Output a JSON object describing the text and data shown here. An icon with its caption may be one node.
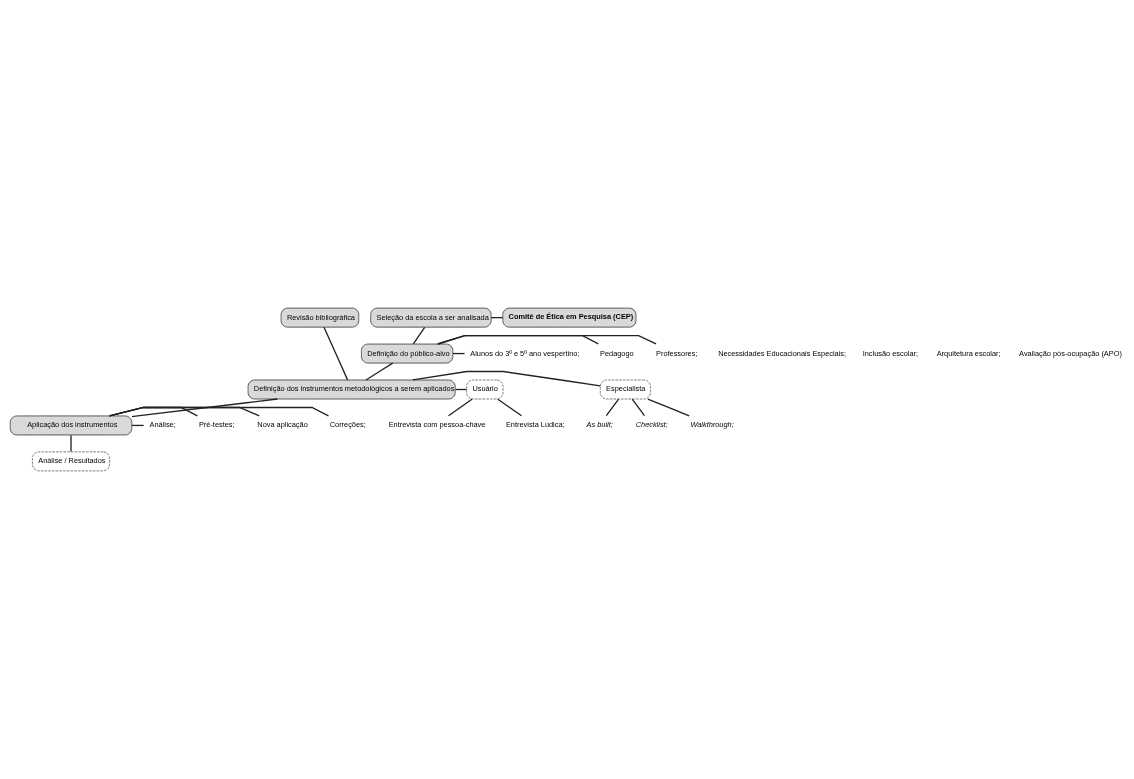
{
  "diagram": {
    "nodes": [
      {
        "text": [
          "Revisão bibliográfica"
        ]
      },
      {
        "text": [
          "Seleção da escola a ser analisada"
        ]
      },
      {
        "text": [
          "Comitê de Ética em Pesquisa (CEP)"
        ]
      },
      {
        "text": [
          "Definição do público-alvo"
        ]
      },
      {
        "text": [
          "Alunos do 3º e 5º ano vespertino;"
        ]
      },
      {
        "text": [
          "Professores;"
        ]
      },
      {
        "text": [
          "Pedagogo"
        ]
      },
      {
        "text": [
          "Definição dos instrumentos metodológicos a serem aplicados"
        ]
      },
      {
        "text": [
          "Especialista"
        ]
      },
      {
        "text": [
          "Walkthrough;"
        ]
      },
      {
        "text": [
          "As built;"
        ]
      },
      {
        "text": [
          "Checklist;"
        ]
      },
      {
        "text": [
          "Usuário"
        ]
      },
      {
        "text": [
          "Entrevista Lúdica;"
        ]
      },
      {
        "text": [
          "Entrevista com pessoa-chave"
        ]
      },
      {
        "text": [
          "Aplicação dos instrumentos"
        ]
      },
      {
        "text": [
          "Pré-testes;"
        ]
      },
      {
        "text": [
          "Análise;"
        ]
      },
      {
        "text": [
          "Correções;"
        ]
      },
      {
        "text": [
          "Nova aplicação"
        ]
      },
      {
        "text": [
          "Análise / Resultados"
        ]
      }
    ],
    "edges": [
      {
        "from": 1,
        "to": 2,
        "arrow": "none"
      },
      {
        "from": 1,
        "to": 3,
        "arrow": "none"
      },
      {
        "from": 3,
        "to": 4,
        "arrow": "none"
      },
      {
        "from": 3,
        "to": 5,
        "arrow": "none"
      },
      {
        "from": 3,
        "to": 6,
        "arrow": "none"
      },
      {
        "from": 0,
        "to": 7,
        "arrow": "none"
      },
      {
        "from": 3,
        "to": 7,
        "arrow": "none"
      },
      {
        "from": 7,
        "to": 8,
        "arrow": "none"
      },
      {
        "from": 7,
        "to": 12,
        "arrow": "none"
      },
      {
        "from": 8,
        "to": 9,
        "arrow": "none"
      },
      {
        "from": 8,
        "to": 10,
        "arrow": "none"
      },
      {
        "from": 8,
        "to": 11,
        "arrow": "none"
      },
      {
        "from": 12,
        "to": 13,
        "arrow": "none"
      },
      {
        "from": 12,
        "to": 14,
        "arrow": "none"
      },
      {
        "from": 7,
        "to": 15,
        "arrow": "none"
      },
      {
        "from": 15,
        "to": 16,
        "arrow": "none"
      },
      {
        "from": 15,
        "to": 17,
        "arrow": "none"
      },
      {
        "from": 15,
        "to": 18,
        "arrow": "none"
      },
      {
        "from": 15,
        "to": 19,
        "arrow": "none"
      },
      {
        "from": 15,
        "to": 20,
        "arrow": "none"
      }
    ],
    "labels": [
      "Necessidades Educacionais Especiais;",
      "Inclusão escolar;",
      "Arquitetura escolar;",
      "Avaliação pós-ocupação (APO)"
    ]
  }
}
